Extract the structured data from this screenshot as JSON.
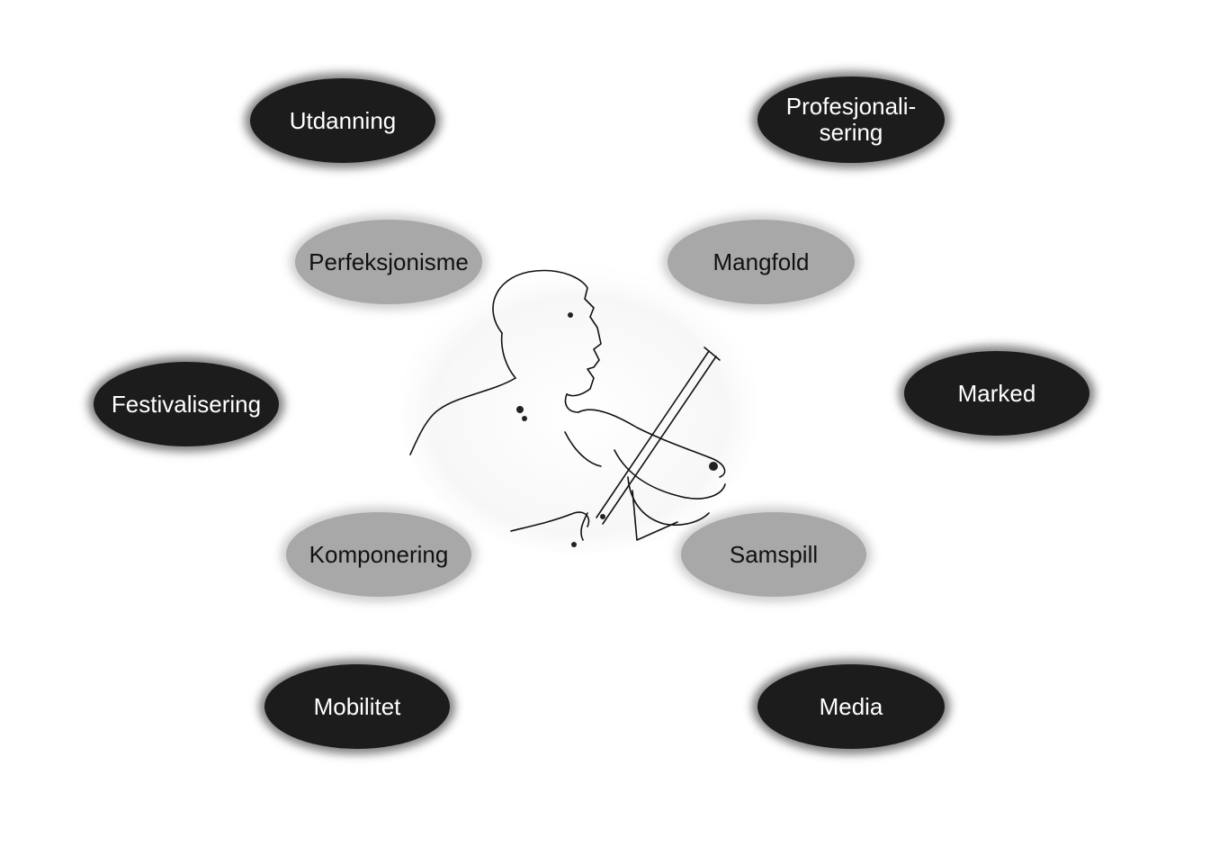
{
  "diagram": {
    "center_image": "violinist-sketch",
    "colors": {
      "dark_node": "#1c1c1c",
      "light_node": "#a8a8a8",
      "dark_text": "#ffffff",
      "light_text": "#111111"
    },
    "outer_nodes": {
      "utdanning": "Utdanning",
      "profesjonalisering": "Profesjonali-\nsering",
      "festivalisering": "Festivalisering",
      "marked": "Marked",
      "mobilitet": "Mobilitet",
      "media": "Media"
    },
    "inner_nodes": {
      "perfeksjonisme": "Perfeksjonisme",
      "mangfold": "Mangfold",
      "komponering": "Komponering",
      "samspill": "Samspill"
    }
  }
}
